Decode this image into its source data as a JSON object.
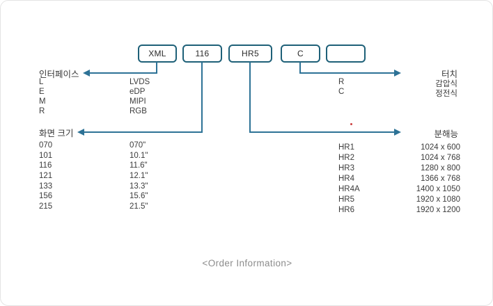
{
  "diagram": {
    "boxes": [
      {
        "label": "XML"
      },
      {
        "label": "116"
      },
      {
        "label": "HR5"
      },
      {
        "label": "C"
      },
      {
        "label": ""
      }
    ],
    "interface": {
      "title": "인터페이스",
      "rows": [
        {
          "code": "L",
          "value": "LVDS"
        },
        {
          "code": "E",
          "value": "eDP"
        },
        {
          "code": "M",
          "value": "MIPI"
        },
        {
          "code": "R",
          "value": "RGB"
        }
      ]
    },
    "screen_size": {
      "title": "화면 크기",
      "rows": [
        {
          "code": "070",
          "value": "070\""
        },
        {
          "code": "101",
          "value": "10.1\""
        },
        {
          "code": "116",
          "value": "11.6\""
        },
        {
          "code": "121",
          "value": "12.1\""
        },
        {
          "code": "133",
          "value": "13.3\""
        },
        {
          "code": "156",
          "value": "15.6\""
        },
        {
          "code": "215",
          "value": "21.5\""
        }
      ]
    },
    "touch": {
      "title": "터치",
      "rows": [
        {
          "code": "R",
          "value": "감압식"
        },
        {
          "code": "C",
          "value": "정전식"
        }
      ]
    },
    "resolution": {
      "title": "분해능",
      "rows": [
        {
          "code": "HR1",
          "value": "1024 x 600"
        },
        {
          "code": "HR2",
          "value": "1024 x 768"
        },
        {
          "code": "HR3",
          "value": "1280 x 800"
        },
        {
          "code": "HR4",
          "value": "1366 x 768"
        },
        {
          "code": "HR4A",
          "value": "1400 x 1050"
        },
        {
          "code": "HR5",
          "value": "1920 x 1080"
        },
        {
          "code": "HR6",
          "value": "1920 x 1200"
        }
      ]
    },
    "caption": "<Order Information>"
  },
  "colors": {
    "line": "#2d7296",
    "box_border": "#1e6078",
    "text": "#3b3b3b",
    "caption": "#8c8c8c",
    "red_dot": "#cc4040"
  }
}
